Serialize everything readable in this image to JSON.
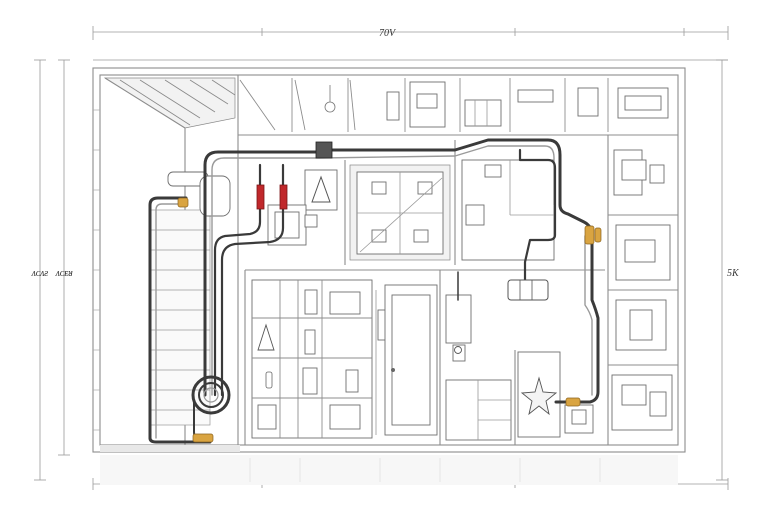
{
  "dimensions": {
    "top": "70V",
    "left_outer": "ᴧᴄᴧƨ",
    "left_inner": "ᴧᴄᴇᴚ",
    "right": "5K"
  },
  "colors": {
    "pipe": "#3a3a3a",
    "pipe_highlight": "#9a9a9a",
    "valve_red": "#c0282b",
    "fitting_brass": "#d9a441",
    "line": "#8d8d8d"
  },
  "icons": [
    "bottle-icon",
    "wall-lamp-icon",
    "triangle-sign-icon",
    "star-symbol-icon",
    "door-icon"
  ]
}
